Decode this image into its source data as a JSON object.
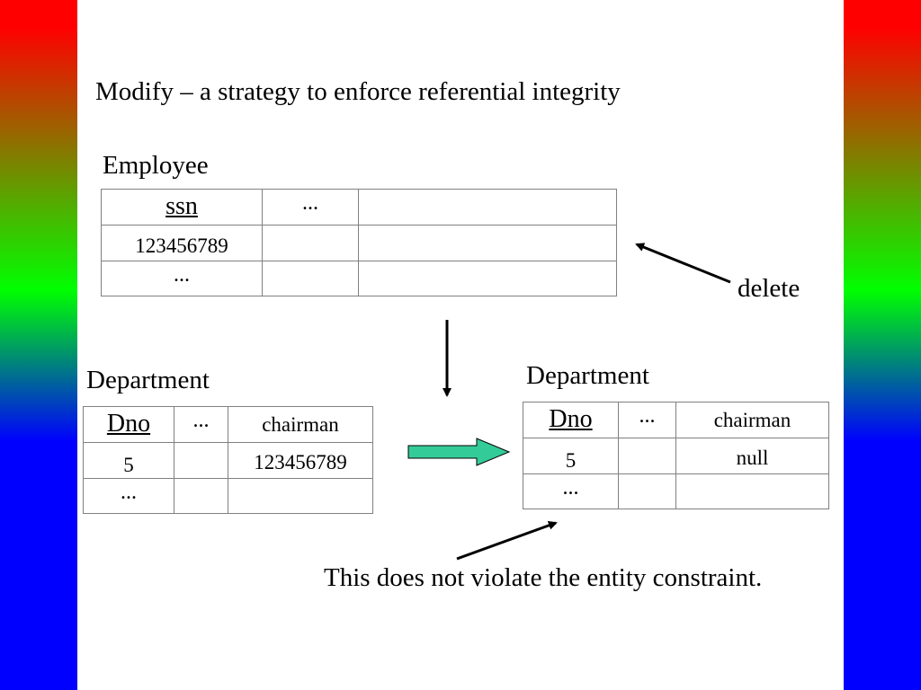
{
  "title": "Modify – a strategy to enforce referential integrity",
  "employee": {
    "label": "Employee",
    "headers": [
      "ssn",
      "...",
      ""
    ],
    "rows": [
      [
        "123456789",
        "",
        ""
      ],
      [
        "...",
        "",
        ""
      ]
    ]
  },
  "department_before": {
    "label": "Department",
    "headers": [
      "Dno",
      "...",
      "chairman"
    ],
    "rows": [
      [
        "5",
        "",
        "123456789"
      ],
      [
        "...",
        "",
        ""
      ]
    ]
  },
  "department_after": {
    "label": "Department",
    "headers": [
      "Dno",
      "...",
      "chairman"
    ],
    "rows": [
      [
        "5",
        "",
        "null"
      ],
      [
        "...",
        "",
        ""
      ]
    ]
  },
  "delete_label": "delete",
  "note": "This does not violate the entity constraint.",
  "colors": {
    "transform_arrow": "#33cc99",
    "bar_top": "#ff0000",
    "bar_middle": "#00ff00",
    "bar_bottom": "#0000ff"
  }
}
